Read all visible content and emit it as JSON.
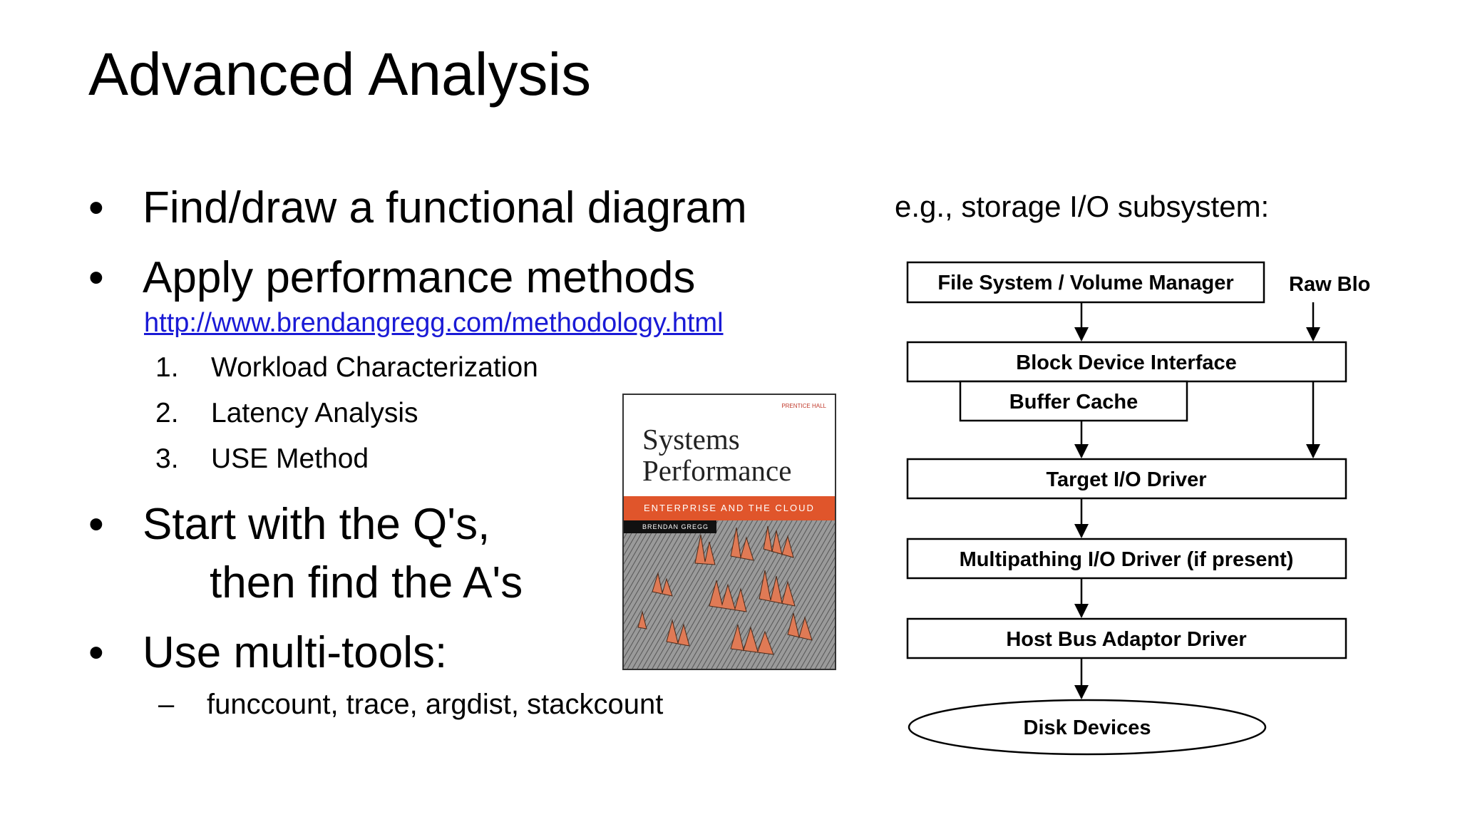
{
  "slide": {
    "title": "Advanced Analysis",
    "bullets": [
      "Find/draw a functional diagram",
      "Apply performance methods",
      "Start with the Q's,",
      "Use multi-tools:"
    ],
    "bullet3_continuation": "then find the A's",
    "methodology_link": "http://www.brendangregg.com/methodology.html",
    "methods": [
      {
        "num": "1.",
        "label": "Workload Characterization"
      },
      {
        "num": "2.",
        "label": "Latency Analysis"
      },
      {
        "num": "3.",
        "label": "USE Method"
      }
    ],
    "multitools_dash": "–",
    "multitools": "funccount, trace, argdist, stackcount",
    "example_caption": "e.g., storage I/O subsystem:",
    "bullet_symbol": "•"
  },
  "book": {
    "publisher": "PRENTICE HALL",
    "title_line1": "Systems",
    "title_line2": "Performance",
    "subtitle": "ENTERPRISE AND THE CLOUD",
    "author": "BRENDAN GREGG",
    "accent_color": "#e0552b"
  },
  "diagram": {
    "fs_layer": "File System / Volume Manager",
    "raw_block": "Raw Blo",
    "block_interface": "Block Device Interface",
    "buffer_cache": "Buffer Cache",
    "target_driver": "Target I/O Driver",
    "multipathing": "Multipathing I/O Driver (if present)",
    "hba_driver": "Host Bus Adaptor Driver",
    "disk_devices": "Disk Devices"
  }
}
